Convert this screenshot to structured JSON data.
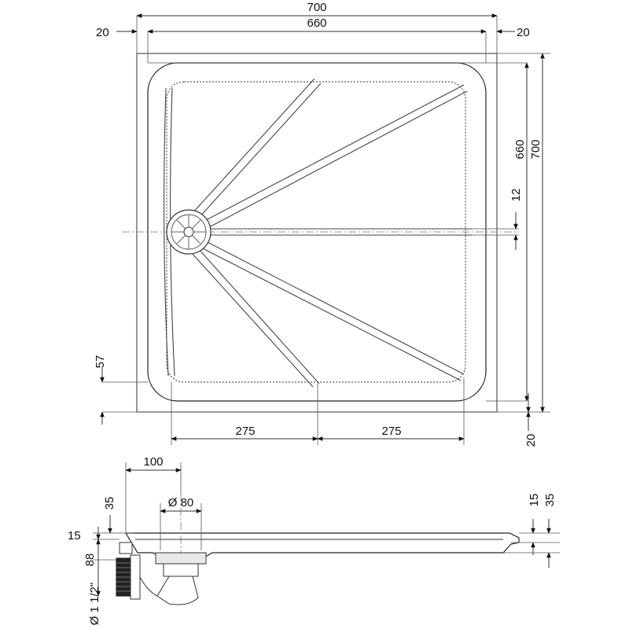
{
  "plan": {
    "overall_width": "700",
    "inner_width": "660",
    "left_margin": "20",
    "right_margin": "20",
    "inner_height": "660",
    "overall_height": "700",
    "channel_offset": "12",
    "bottom_offset": "57",
    "bottom_margin": "20",
    "span_left": "275",
    "span_right": "275"
  },
  "section": {
    "drain_offset": "100",
    "drain_diameter": "Ø 80",
    "drain_depth": "35",
    "rim_left": "15",
    "trap_height": "88",
    "pipe_size": "Ø 1 1/2\"",
    "rim_right": "15",
    "tray_height_right": "35"
  }
}
